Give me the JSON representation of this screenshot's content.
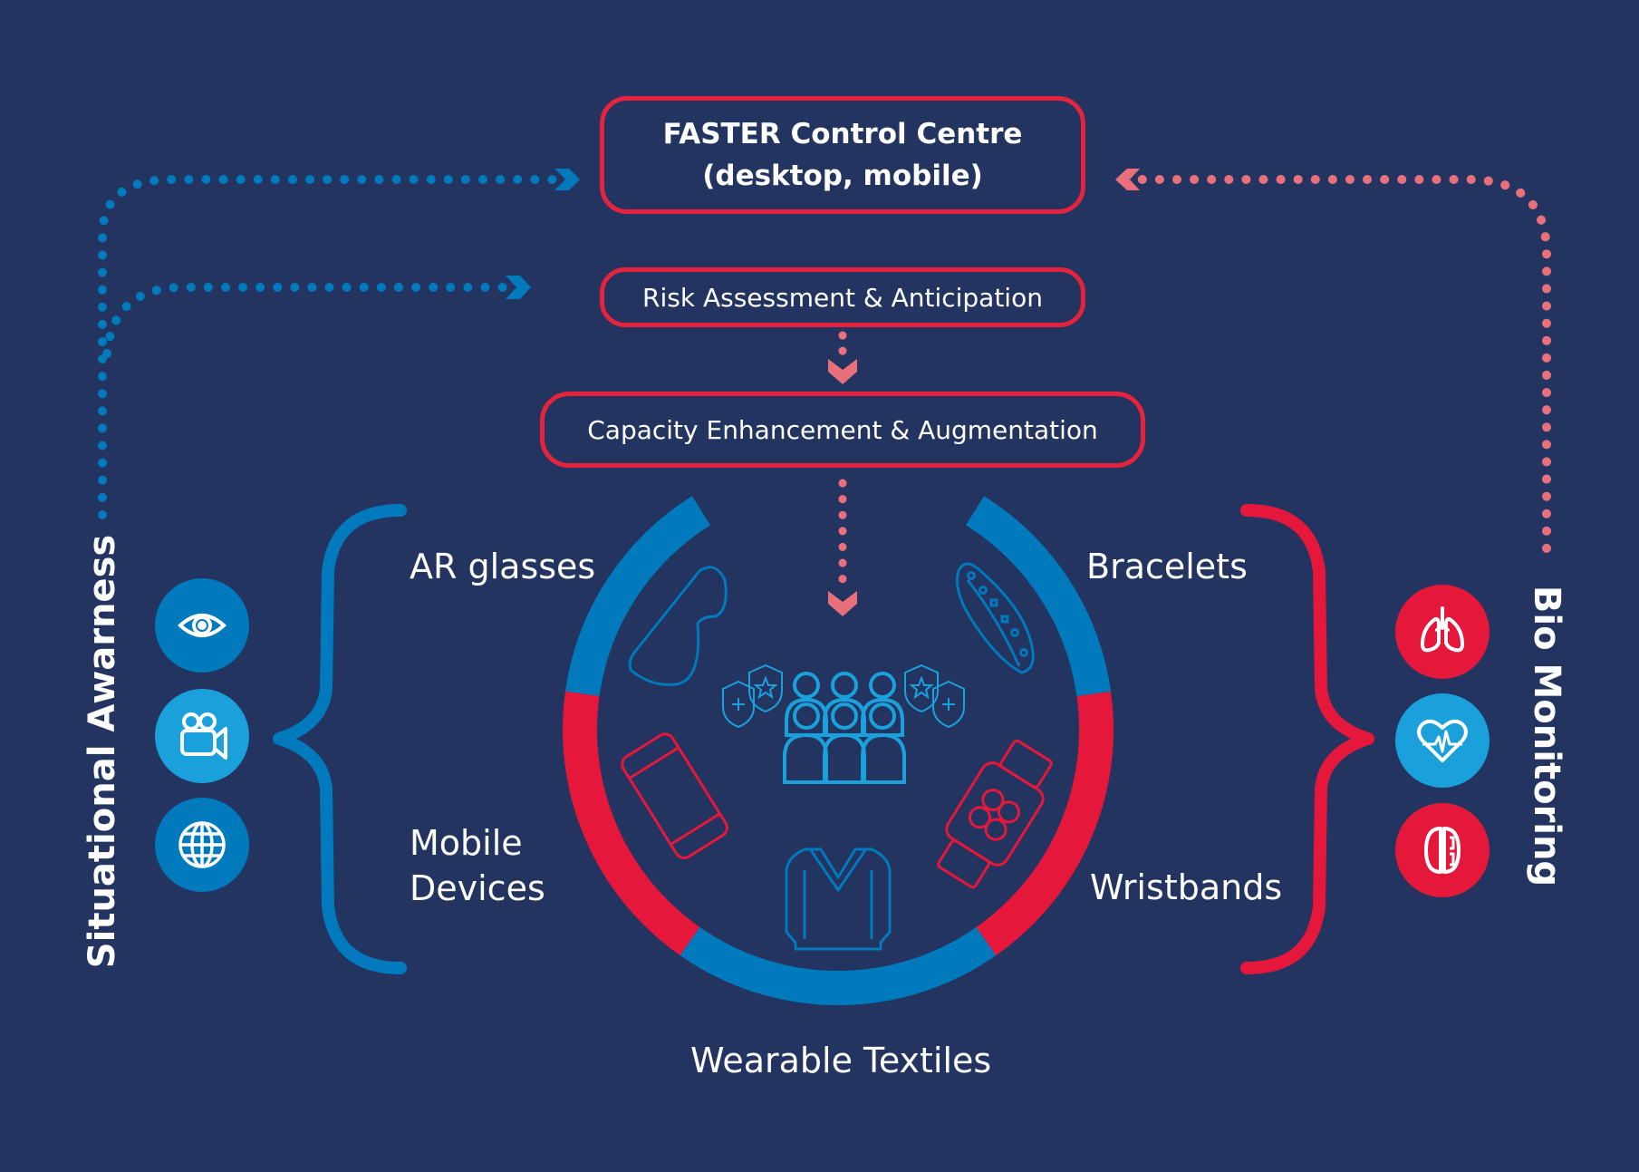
{
  "colors": {
    "background": "#22345f",
    "red": "#e5173b",
    "box_border": "#e5233d",
    "blue": "#0079bd",
    "light_blue": "#1aa1dc",
    "pink_dots": "#e8707d",
    "text": "#ffffff"
  },
  "boxes": {
    "control_centre": {
      "line1": "FASTER Control Centre",
      "line2": "(desktop, mobile)"
    },
    "risk": {
      "label": "Risk Assessment & Anticipation"
    },
    "capacity": {
      "label": "Capacity Enhancement & Augmentation"
    }
  },
  "left_group": {
    "title": "Situational Awarness",
    "icons": [
      "eye-icon",
      "video-camera-icon",
      "globe-icon"
    ],
    "devices": [
      "AR glasses",
      "Mobile",
      "Devices"
    ]
  },
  "right_group": {
    "title": "Bio Monitoring",
    "icons": [
      "lungs-icon",
      "heart-rate-icon",
      "brain-icon"
    ],
    "devices": [
      "Bracelets",
      "Wristbands"
    ]
  },
  "bottom": {
    "label": "Wearable Textiles"
  },
  "center": {
    "icon": "team-with-shields-icon",
    "ring_devices": [
      "ar-glasses-icon",
      "bracelet-icon",
      "mobile-phone-icon",
      "smartwatch-icon",
      "shirt-icon"
    ]
  }
}
